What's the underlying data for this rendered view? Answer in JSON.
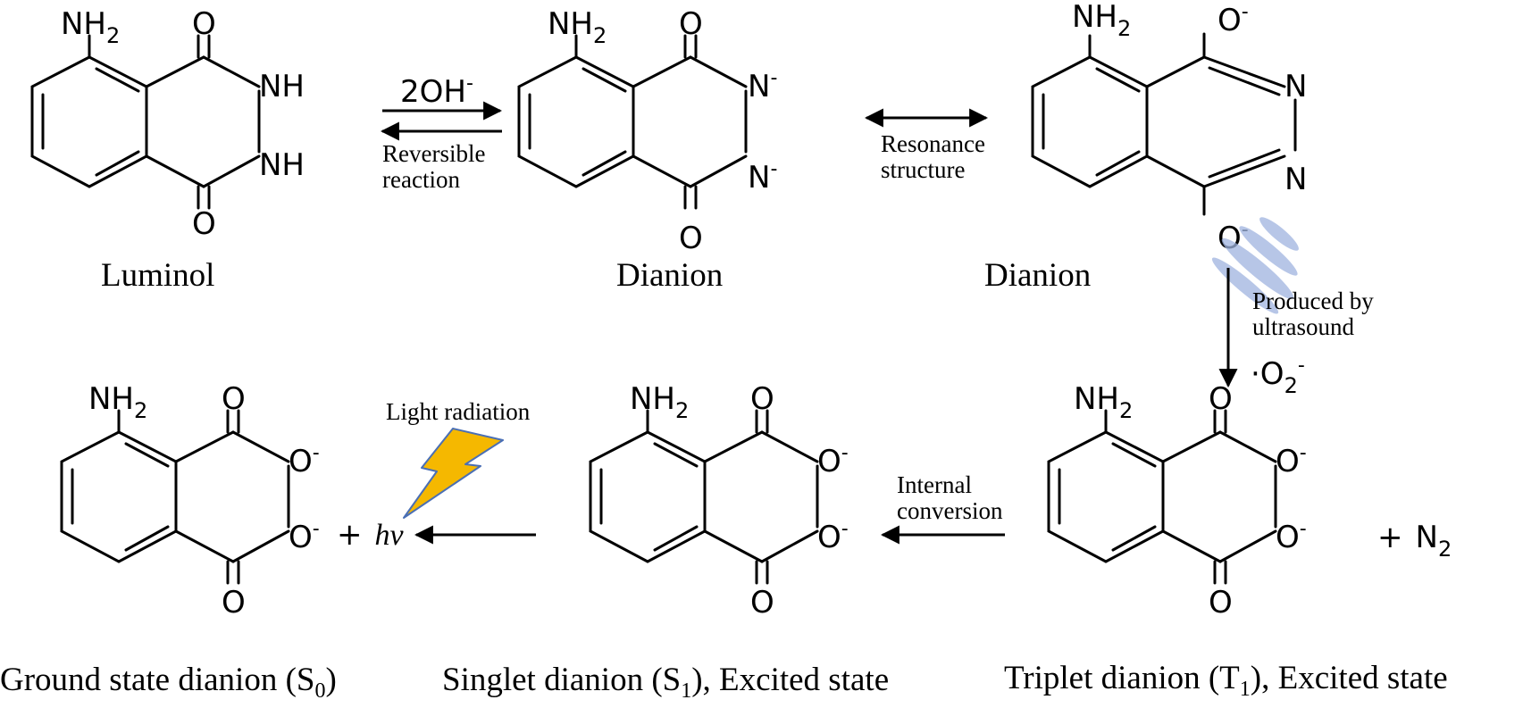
{
  "molecules": {
    "luminol": {
      "name": "Luminol"
    },
    "dianion_1": {
      "name": "Dianion"
    },
    "dianion_2": {
      "name": "Dianion"
    },
    "triplet": {
      "name_main": "Triplet dianion (T",
      "name_sub": "1",
      "name_tail": "), Excited state"
    },
    "singlet": {
      "name_main": "Singlet dianion (S",
      "name_sub": "1",
      "name_tail": "), Excited state"
    },
    "ground": {
      "name_main": "Ground state dianion (S",
      "name_sub": "0",
      "name_tail": ")"
    }
  },
  "atoms": {
    "N": "N",
    "H2_sub": "2",
    "NH": "NH",
    "O": "O",
    "minus": "-"
  },
  "reactions": {
    "base": {
      "main": "2OH",
      "charge": "-"
    },
    "reversible": {
      "line1": "Reversible",
      "line2": "reaction"
    },
    "resonance": {
      "line1": "Resonance",
      "line2": "structure"
    },
    "ultrasound": {
      "line1": "Produced by",
      "line2": "ultrasound"
    },
    "superoxide": {
      "dot": "·O",
      "sub": "2",
      "charge": "-"
    },
    "internal": {
      "line1": "Internal",
      "line2": "conversion"
    },
    "light": {
      "label": "Light radiation"
    },
    "plus_n2": {
      "plus": "+",
      "n": "N",
      "sub": "2"
    },
    "plus_hv": {
      "plus": "+",
      "hv": "hv"
    }
  },
  "colors": {
    "lightning_fill": "#F5B800",
    "lightning_stroke": "#4A6FB5",
    "ultrasound": "#9FB4E0"
  }
}
